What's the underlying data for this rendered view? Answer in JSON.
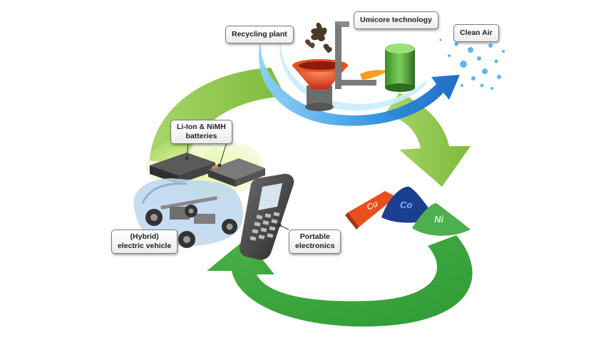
{
  "labels": {
    "recycling_plant": "Recycling plant",
    "umicore_technology": "Umicore technology",
    "clean_air": "Clean Air",
    "batteries_line1": "Li-Ion & NiMH",
    "batteries_line2": "batteries",
    "hybrid_line1": "(Hybrid)",
    "hybrid_line2": "electric vehicle",
    "portable_line1": "Portable",
    "portable_line2": "electronics"
  },
  "metals": {
    "copper": "Cu",
    "cobalt": "Co",
    "nickel": "Ni"
  },
  "colors": {
    "cycle_green": "#8cc63f",
    "cycle_dark_green": "#3fa535",
    "air_blue": "#1e88e5",
    "copper": "#e8501e",
    "cobalt": "#1b3f8f",
    "nickel": "#4caf50"
  }
}
